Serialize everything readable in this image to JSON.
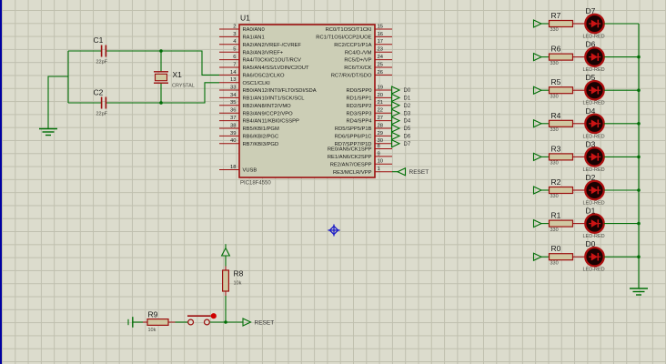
{
  "colors": {
    "background": "#dcdccd",
    "grid": "#bfbfae",
    "sheet_border": "#0000a0",
    "wire": "#006e06",
    "component": "#9b0e0e",
    "led_ring": "#ad0f0f",
    "led_fill": "#190303",
    "led_symbol": "#cc1414",
    "resistor_fill": "#d0c8a2",
    "ic_fill": "#ccceb6",
    "text": "#161616",
    "subtext": "#45453e",
    "net_text": "#303030",
    "origin": "#1e1ec8",
    "button_dot": "#cf0000"
  },
  "ic": {
    "ref": "U1",
    "part": "PIC18F4550",
    "left_groups": [
      {
        "pins": [
          {
            "n": "2",
            "label": "RA0/AN0"
          },
          {
            "n": "3",
            "label": "RA1/AN1"
          },
          {
            "n": "4",
            "label": "RA2/AN2/VREF-/CVREF"
          },
          {
            "n": "5",
            "label": "RA3/AN3/VREF+"
          },
          {
            "n": "6",
            "label": "RA4/T0CKI/C1OUT/RCV"
          },
          {
            "n": "7",
            "label": "RA5/AN4/SS/LVDIN/C2OUT"
          },
          {
            "n": "14",
            "label": "RA6/OSC2/CLKO"
          },
          {
            "n": "13",
            "label": "OSC1/CLKI"
          }
        ]
      },
      {
        "pins": [
          {
            "n": "33",
            "label": "RB0/AN12/INT0/FLT0/SDI/SDA"
          },
          {
            "n": "34",
            "label": "RB1/AN10/INT1/SCK/SCL"
          },
          {
            "n": "35",
            "label": "RB2/AN8/INT2/VMO"
          },
          {
            "n": "36",
            "label": "RB3/AN9/CCP2/VPO"
          },
          {
            "n": "37",
            "label": "RB4/AN11/KBI0/CSSPP"
          },
          {
            "n": "38",
            "label": "RB5/KBI1/PGM"
          },
          {
            "n": "39",
            "label": "RB6/KBI2/PGC"
          },
          {
            "n": "40",
            "label": "RB7/KBI3/PGD"
          }
        ]
      },
      {
        "pins": [
          {
            "n": "18",
            "label": "VUSB"
          }
        ]
      }
    ],
    "right_groups": [
      {
        "pins": [
          {
            "n": "15",
            "label": "RC0/T1OSO/T1CKI"
          },
          {
            "n": "16",
            "label": "RC1/T1OSI/CCP2/UOE"
          },
          {
            "n": "17",
            "label": "RC2/CCP1/P1A"
          },
          {
            "n": "23",
            "label": "RC4/D-/VM"
          },
          {
            "n": "24",
            "label": "RC5/D+/VP"
          },
          {
            "n": "25",
            "label": "RC6/TX/CK"
          },
          {
            "n": "26",
            "label": "RC7/RX/DT/SDO"
          }
        ]
      },
      {
        "pins": [
          {
            "n": "19",
            "label": "RD0/SPP0",
            "net": "D0"
          },
          {
            "n": "20",
            "label": "RD1/SPP1",
            "net": "D1"
          },
          {
            "n": "21",
            "label": "RD2/SPP2",
            "net": "D2"
          },
          {
            "n": "22",
            "label": "RD3/SPP3",
            "net": "D3"
          },
          {
            "n": "27",
            "label": "RD4/SPP4",
            "net": "D4"
          },
          {
            "n": "28",
            "label": "RD5/SPP5/P1B",
            "net": "D5"
          },
          {
            "n": "29",
            "label": "RD6/SPP6/P1C",
            "net": "D6"
          },
          {
            "n": "30",
            "label": "RD7/SPP7/P1D",
            "net": "D7"
          }
        ]
      },
      {
        "pins": [
          {
            "n": "8",
            "label": "RE0/AN5/CK1SPP"
          },
          {
            "n": "9",
            "label": "RE1/AN6/CK2SPP"
          },
          {
            "n": "10",
            "label": "RE2/AN7/OESPP"
          },
          {
            "n": "1",
            "label": "RE3/MCLR/VPP",
            "net": "RESET"
          }
        ]
      }
    ]
  },
  "oscillator": {
    "c1_ref": "C1",
    "c1_value": "22pF",
    "c2_ref": "C2",
    "c2_value": "22pF",
    "x1_ref": "X1",
    "x1_value": "CRYSTAL"
  },
  "led_array": {
    "rows": [
      {
        "resistor": "R7",
        "value": "330",
        "led": "D7",
        "type": "LED-RED"
      },
      {
        "resistor": "R6",
        "value": "330",
        "led": "D6",
        "type": "LED-RED"
      },
      {
        "resistor": "R5",
        "value": "330",
        "led": "D5",
        "type": "LED-RED"
      },
      {
        "resistor": "R4",
        "value": "330",
        "led": "D4",
        "type": "LED-RED"
      },
      {
        "resistor": "R3",
        "value": "330",
        "led": "D3",
        "type": "LED-RED"
      },
      {
        "resistor": "R2",
        "value": "330",
        "led": "D2",
        "type": "LED-RED"
      },
      {
        "resistor": "R1",
        "value": "330",
        "led": "D1",
        "type": "LED-RED"
      },
      {
        "resistor": "R0",
        "value": "330",
        "led": "D0",
        "type": "LED-RED"
      }
    ]
  },
  "reset_circuit": {
    "r8_ref": "R8",
    "r8_value": "10k",
    "r9_ref": "R9",
    "r9_value": "10k",
    "terminal_label": "RESET"
  }
}
